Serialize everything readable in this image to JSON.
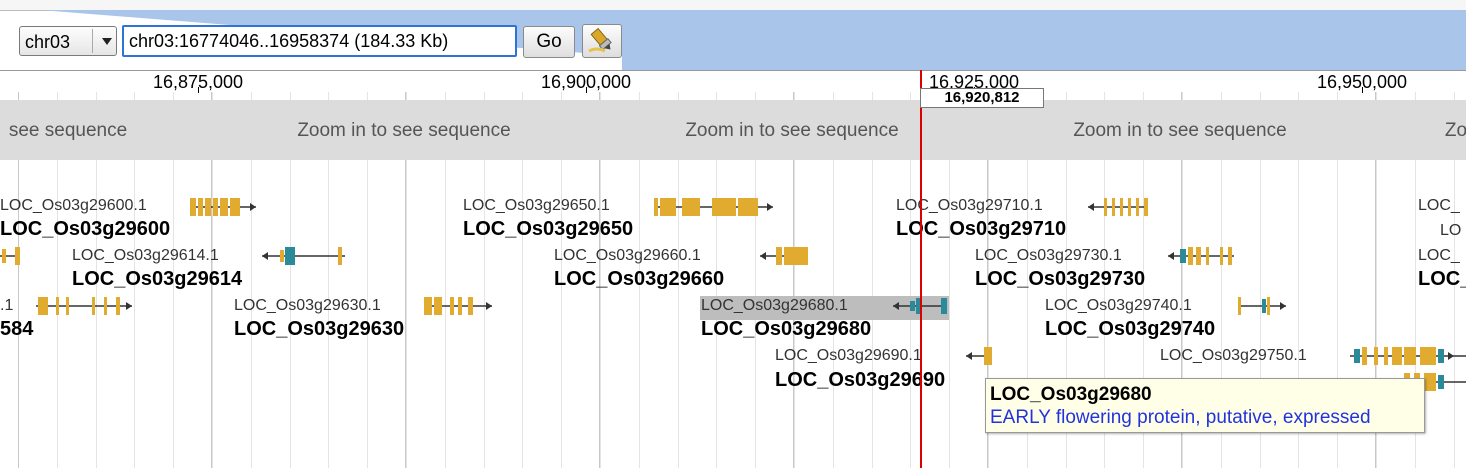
{
  "colors": {
    "accent": "#2f73d6",
    "exon": "#e0ab2e",
    "utr": "#2a8a9a",
    "cursor": "#d00000",
    "tooltip_link": "#2233dd"
  },
  "nav": {
    "chromosome": "chr03",
    "location": "chr03:16774046..16958374 (184.33 Kb)",
    "go_label": "Go",
    "highlight_icon": "highlighter-icon"
  },
  "ruler": {
    "ticks": [
      "16,875,000",
      "16,900,000",
      "16,925,000",
      "16,950,000"
    ]
  },
  "cursor_position": "16,920,812",
  "sequence_track": {
    "message": "Zoom in to see sequence",
    "partial_left": "see sequence",
    "partial_right": "Zo"
  },
  "features": [
    {
      "transcript": "LOC_Os03g29600.1",
      "gene": "LOC_Os03g29600"
    },
    {
      "transcript": "LOC_Os03g29614.1",
      "gene": "LOC_Os03g29614"
    },
    {
      "transcript": ".1",
      "gene": "584"
    },
    {
      "transcript": "LOC_Os03g29630.1",
      "gene": "LOC_Os03g29630"
    },
    {
      "transcript": "LOC_Os03g29650.1",
      "gene": "LOC_Os03g29650"
    },
    {
      "transcript": "LOC_Os03g29660.1",
      "gene": "LOC_Os03g29660"
    },
    {
      "transcript": "LOC_Os03g29680.1",
      "gene": "LOC_Os03g29680"
    },
    {
      "transcript": "LOC_Os03g29690.1",
      "gene": "LOC_Os03g29690"
    },
    {
      "transcript": "LOC_Os03g29710.1",
      "gene": "LOC_Os03g29710"
    },
    {
      "transcript": "LOC_Os03g29730.1",
      "gene": "LOC_Os03g29730"
    },
    {
      "transcript": "LOC_Os03g29740.1",
      "gene": "LOC_Os03g29740"
    },
    {
      "transcript": "LOC_Os03g29750.1",
      "gene": ""
    },
    {
      "transcript": "LOC_",
      "gene": "LO"
    },
    {
      "transcript": "LOC_",
      "gene": "LOC_"
    }
  ],
  "tooltip": {
    "gene": "LOC_Os03g29680",
    "description": "EARLY flowering protein, putative, expressed"
  }
}
